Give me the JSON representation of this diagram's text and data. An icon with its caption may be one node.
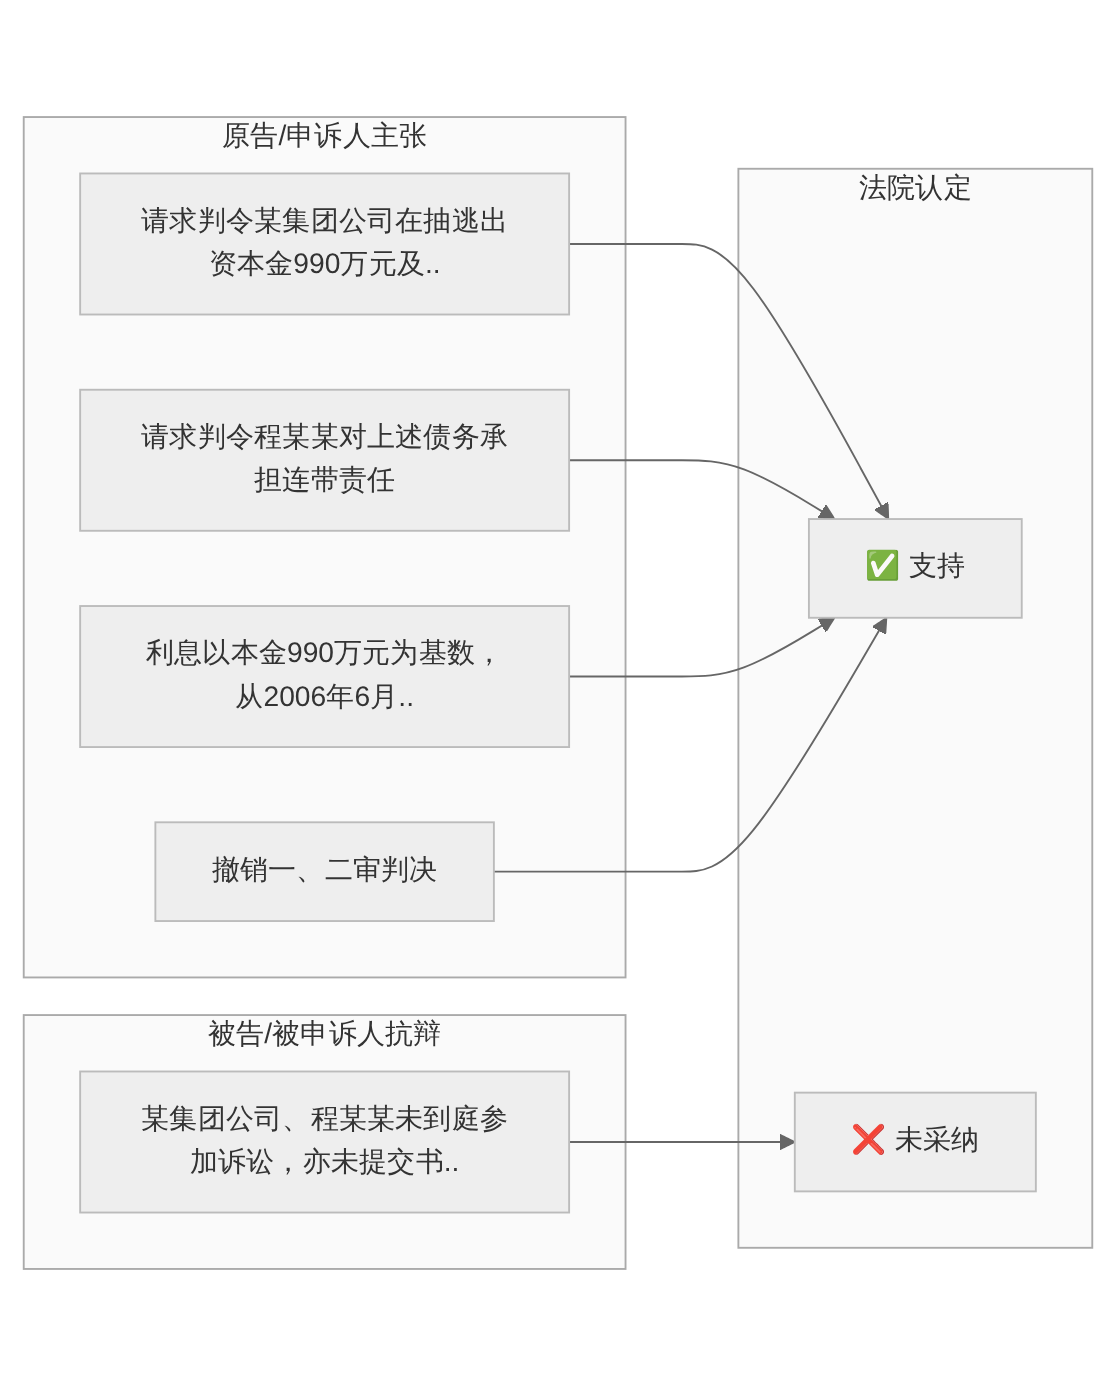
{
  "diagram": {
    "nodes": [
      {
        "text": [
          "原告/申诉人主张"
        ]
      },
      {
        "text": [
          "请求判令某集团公司在抽逃出资本金990万元及.."
        ],
        "in": 0
      },
      {
        "text": [
          "请求判令程某某对上述债务承担连带责任"
        ],
        "in": 0
      },
      {
        "text": [
          "利息以本金990万元为基数，从2006年6月.."
        ],
        "in": 0
      },
      {
        "text": [
          "撤销一、二审判决"
        ],
        "in": 0
      },
      {
        "text": [
          "被告/被申诉人抗辩"
        ]
      },
      {
        "text": [
          "某集团公司、程某某未到庭参加诉讼，亦未提交书.."
        ],
        "in": 5
      },
      {
        "text": [
          "法院认定"
        ]
      },
      {
        "text": [
          "✅ 支持"
        ],
        "in": 7
      },
      {
        "text": [
          "❌ 未采纳"
        ],
        "in": 7
      }
    ],
    "edges": [
      {
        "from": 1,
        "to": 8,
        "arrow": "to"
      },
      {
        "from": 2,
        "to": 8,
        "arrow": "to"
      },
      {
        "from": 3,
        "to": 8,
        "arrow": "to"
      },
      {
        "from": 4,
        "to": 8,
        "arrow": "to"
      },
      {
        "from": 6,
        "to": 9,
        "arrow": "to"
      }
    ]
  }
}
